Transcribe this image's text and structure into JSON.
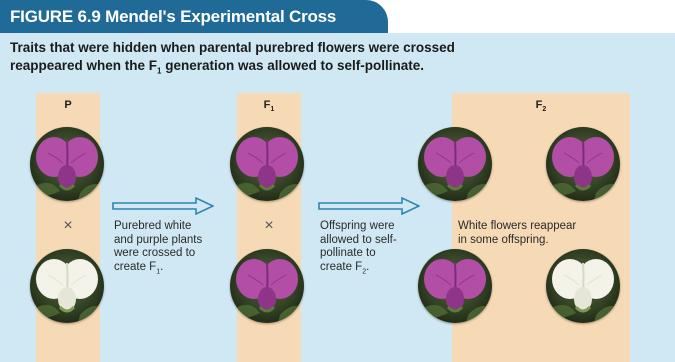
{
  "figure": {
    "label": "FIGURE 6.9",
    "title": "Mendel's Experimental Cross",
    "subtitle_line1": "Traits that were hidden when parental purebred flowers were crossed",
    "subtitle_line2_pre": "reappeared when the F",
    "subtitle_line2_sub": "1",
    "subtitle_line2_post": " generation was allowed to self-pollinate."
  },
  "columns": {
    "p": {
      "label": "P"
    },
    "f1": {
      "label": "F",
      "label_sub": "1"
    },
    "f2": {
      "label": "F",
      "label_sub": "2"
    }
  },
  "cross_symbol": "×",
  "captions": {
    "c1_lines": [
      "Purebred white",
      "and purple plants",
      "were crossed to"
    ],
    "c1_last_pre": "create F",
    "c1_last_sub": "1",
    "c1_last_post": ".",
    "c2_lines": [
      "Offspring were",
      "allowed to self-",
      "pollinate to"
    ],
    "c2_last_pre": "create F",
    "c2_last_sub": "2",
    "c2_last_post": ".",
    "c3_line1": "White flowers reappear",
    "c3_line2": "in some offspring."
  },
  "colors": {
    "banner": "#1f6a97",
    "panel": "#cfe8f3",
    "column": "#f6d9b5",
    "arrow": "#2f86b0",
    "purple_flower": "#b24ea6",
    "white_flower": "#f3f3ea"
  },
  "flowers": [
    "purple",
    "white",
    "purple",
    "purple",
    "purple",
    "purple",
    "purple",
    "white"
  ]
}
